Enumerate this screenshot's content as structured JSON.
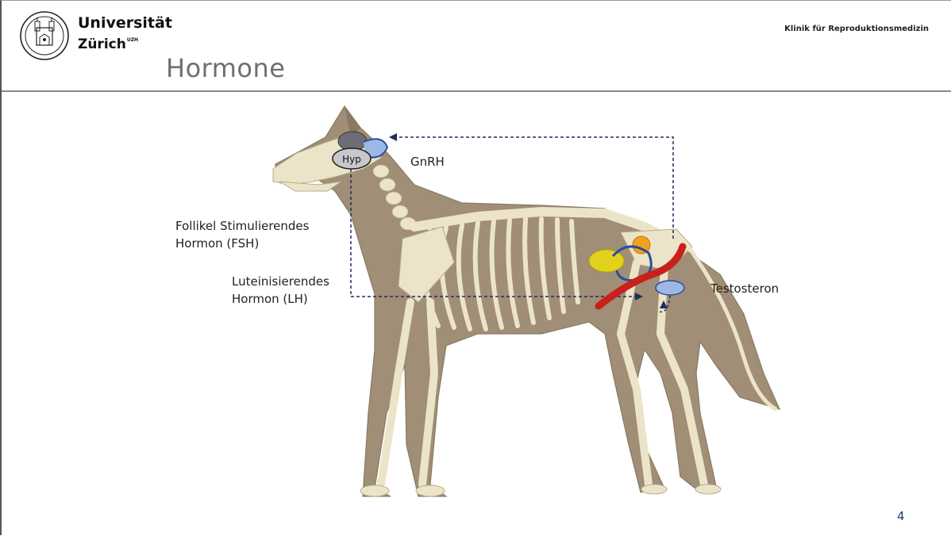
{
  "header": {
    "university_line1": "Universität",
    "university_line2": "Zürich",
    "university_suffix": "UZH",
    "clinic": "Klinik für Reproduktionsmedizin",
    "slide_title": "Hormone"
  },
  "diagram": {
    "hyp_label": "Hyp",
    "gnrh_label": "GnRH",
    "fsh_line1": "Follikel Stimulierendes",
    "fsh_line2": "Hormon (FSH)",
    "lh_line1": "Luteinisierendes",
    "lh_line2": "Hormon (LH)",
    "testosteron_label": "Testosteron",
    "colors": {
      "skeleton": "#ece4c9",
      "body": "#a08e76",
      "arrow": "#1e2f5c",
      "artery": "#c8201a",
      "testis": "#e3d21c",
      "gland": "#9db7e6"
    }
  },
  "footer": {
    "page_number": "4"
  }
}
